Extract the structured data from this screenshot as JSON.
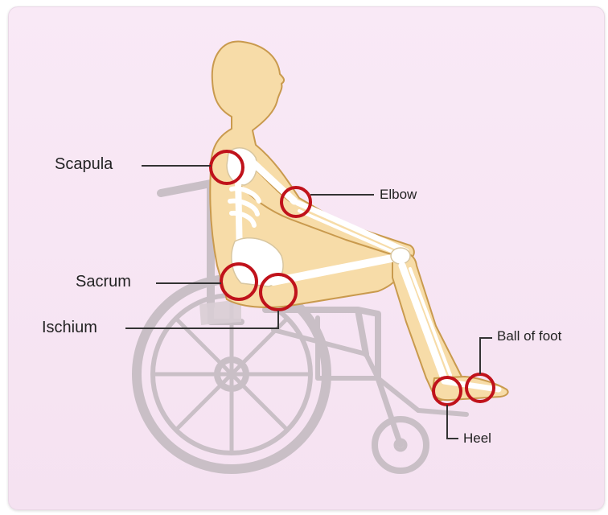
{
  "labels": {
    "scapula": "Scapula",
    "elbow": "Elbow",
    "sacrum": "Sacrum",
    "ischium": "Ischium",
    "ball_of_foot": "Ball of foot",
    "heel": "Heel"
  },
  "colors": {
    "background": "#f7e6f3",
    "skin": "#f7dca8",
    "skin_outline": "#c99a4e",
    "bone": "#ffffff",
    "pressure_ring": "#c0121b",
    "wheelchair": "#c9bfc6",
    "leader_line": "#333333"
  }
}
